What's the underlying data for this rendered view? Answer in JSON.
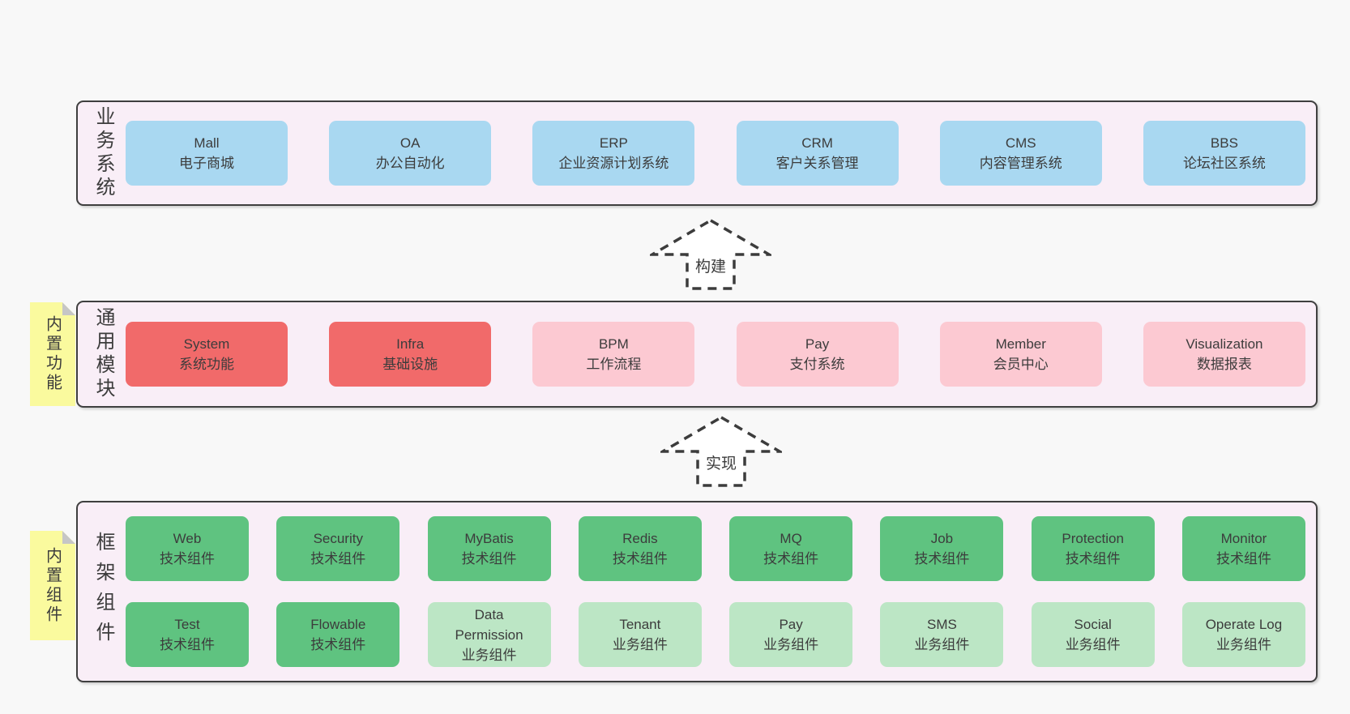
{
  "colors": {
    "page_bg": "#f8f8f8",
    "panel_bg": "#f9eef7",
    "panel_border": "#3f3f3f",
    "blue": "#a9d8f1",
    "red": "#f16a6a",
    "pink": "#fcc9d2",
    "green": "#5fc380",
    "light_green": "#bce6c5",
    "tag_yellow": "#fafa9e",
    "fold_gray": "#c6c6c6",
    "text": "#3c3c3c"
  },
  "arrows": {
    "build": "构建",
    "implement": "实现"
  },
  "sections": {
    "business": {
      "label": "业务系统",
      "boxes": [
        {
          "name": "Mall",
          "desc": "电子商城",
          "variant": "blue"
        },
        {
          "name": "OA",
          "desc": "办公自动化",
          "variant": "blue"
        },
        {
          "name": "ERP",
          "desc": "企业资源计划系统",
          "variant": "blue"
        },
        {
          "name": "CRM",
          "desc": "客户关系管理",
          "variant": "blue"
        },
        {
          "name": "CMS",
          "desc": "内容管理系统",
          "variant": "blue"
        },
        {
          "name": "BBS",
          "desc": "论坛社区系统",
          "variant": "blue"
        }
      ]
    },
    "modules": {
      "label": "通用模块",
      "tag": "内置功能",
      "boxes": [
        {
          "name": "System",
          "desc": "系统功能",
          "variant": "red"
        },
        {
          "name": "Infra",
          "desc": "基础设施",
          "variant": "red"
        },
        {
          "name": "BPM",
          "desc": "工作流程",
          "variant": "pink"
        },
        {
          "name": "Pay",
          "desc": "支付系统",
          "variant": "pink"
        },
        {
          "name": "Member",
          "desc": "会员中心",
          "variant": "pink"
        },
        {
          "name": "Visualization",
          "desc": "数据报表",
          "variant": "pink"
        }
      ]
    },
    "framework": {
      "label": "框架组件",
      "tag": "内置组件",
      "row1": [
        {
          "name": "Web",
          "desc": "技术组件",
          "variant": "green"
        },
        {
          "name": "Security",
          "desc": "技术组件",
          "variant": "green"
        },
        {
          "name": "MyBatis",
          "desc": "技术组件",
          "variant": "green"
        },
        {
          "name": "Redis",
          "desc": "技术组件",
          "variant": "green"
        },
        {
          "name": "MQ",
          "desc": "技术组件",
          "variant": "green"
        },
        {
          "name": "Job",
          "desc": "技术组件",
          "variant": "green"
        },
        {
          "name": "Protection",
          "desc": "技术组件",
          "variant": "green"
        },
        {
          "name": "Monitor",
          "desc": "技术组件",
          "variant": "green"
        }
      ],
      "row2": [
        {
          "name": "Test",
          "desc": "技术组件",
          "variant": "green"
        },
        {
          "name": "Flowable",
          "desc": "技术组件",
          "variant": "green"
        },
        {
          "name": "Data Permission",
          "desc": "业务组件",
          "variant": "light-green"
        },
        {
          "name": "Tenant",
          "desc": "业务组件",
          "variant": "light-green"
        },
        {
          "name": "Pay",
          "desc": "业务组件",
          "variant": "light-green"
        },
        {
          "name": "SMS",
          "desc": "业务组件",
          "variant": "light-green"
        },
        {
          "name": "Social",
          "desc": "业务组件",
          "variant": "light-green"
        },
        {
          "name": "Operate Log",
          "desc": "业务组件",
          "variant": "light-green"
        }
      ]
    }
  }
}
